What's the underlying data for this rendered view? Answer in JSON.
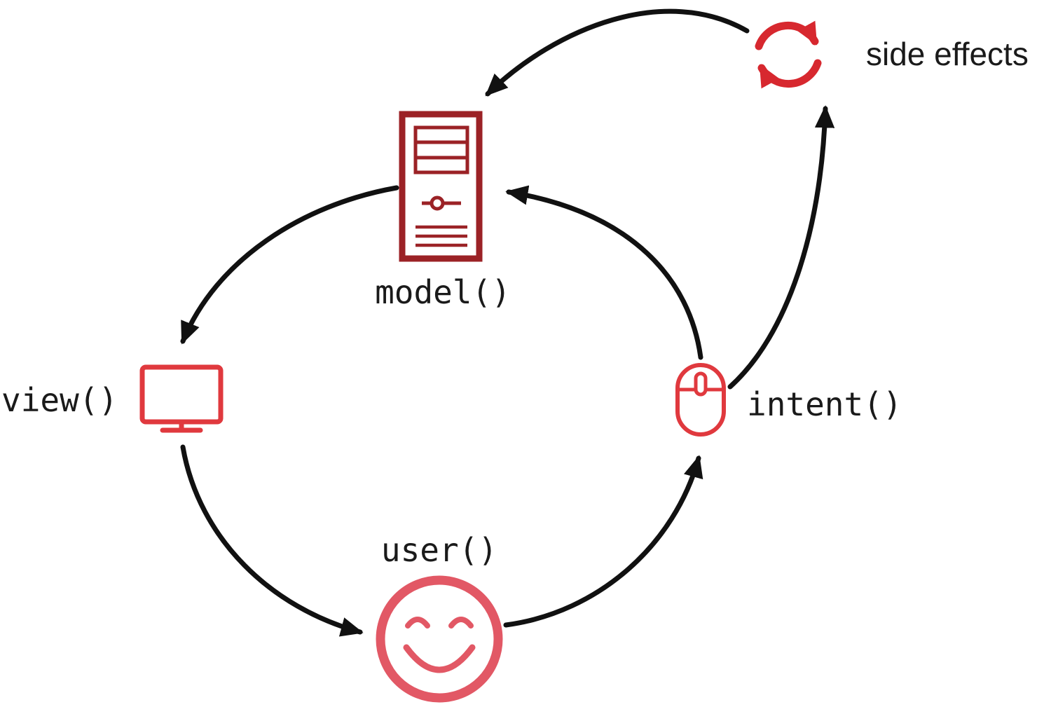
{
  "colors": {
    "background": "#ffffff",
    "arrow": "#111111",
    "text": "#1a1a1a",
    "model": "#9b2226",
    "view": "#e0393e",
    "user": "#e25865",
    "intent": "#e0393e",
    "side_effects": "#d7282f"
  },
  "labels": {
    "model": "model()",
    "view": "view()",
    "user": "user()",
    "intent": "intent()",
    "side_effects": "side effects"
  },
  "diagram": {
    "type": "cycle",
    "nodes": [
      {
        "id": "model",
        "label": "model()",
        "icon": "server-icon"
      },
      {
        "id": "view",
        "label": "view()",
        "icon": "monitor-icon"
      },
      {
        "id": "user",
        "label": "user()",
        "icon": "smiley-face-icon"
      },
      {
        "id": "intent",
        "label": "intent()",
        "icon": "mouse-icon"
      },
      {
        "id": "side_effects",
        "label": "side effects",
        "icon": "sync-arrows-icon"
      }
    ],
    "edges": [
      {
        "from": "model",
        "to": "view"
      },
      {
        "from": "view",
        "to": "user"
      },
      {
        "from": "user",
        "to": "intent"
      },
      {
        "from": "intent",
        "to": "model"
      },
      {
        "from": "intent",
        "to": "side_effects"
      },
      {
        "from": "side_effects",
        "to": "model"
      }
    ]
  }
}
